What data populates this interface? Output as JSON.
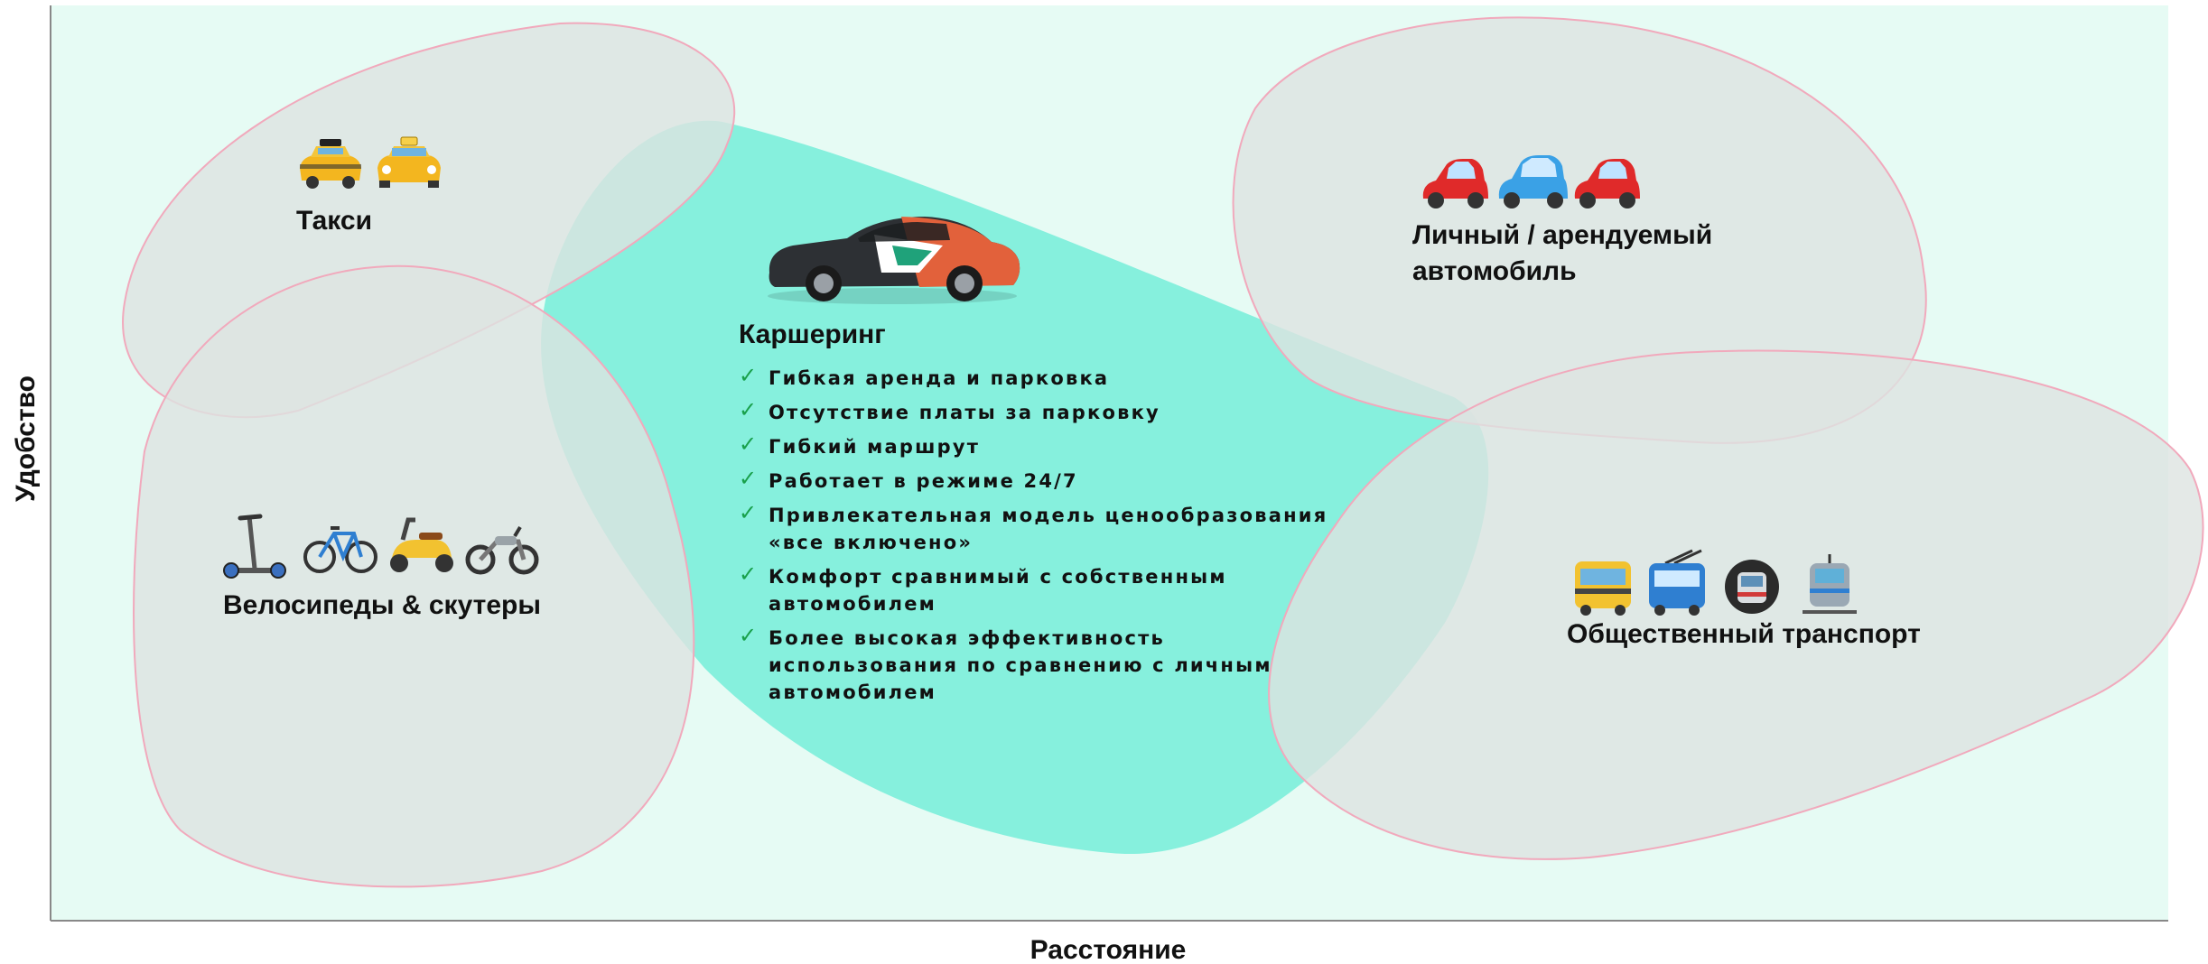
{
  "axes": {
    "x_label": "Расстояние",
    "y_label": "Удобство"
  },
  "groups": {
    "taxi": {
      "label": "Такси",
      "icons": [
        "taxi-icon",
        "taxi-front-icon"
      ]
    },
    "bikes": {
      "label": "Велосипеды & скутеры",
      "icons": [
        "kick-scooter-icon",
        "bicycle-icon",
        "motor-scooter-icon",
        "motorcycle-icon"
      ]
    },
    "carsharing": {
      "label": "Каршеринг",
      "icons": [
        "carsharing-car-icon"
      ],
      "features": [
        {
          "lines": [
            "Гибкая аренда и парковка"
          ]
        },
        {
          "lines": [
            "Отсутствие платы за парковку"
          ]
        },
        {
          "lines": [
            "Гибкий маршрут"
          ]
        },
        {
          "lines": [
            "Работает в режиме 24/7"
          ]
        },
        {
          "lines": [
            "Привлекательная модель ценообразования",
            "«все включено»"
          ]
        },
        {
          "lines": [
            "Комфорт сравнимый с собственным",
            "автомобилем"
          ]
        },
        {
          "lines": [
            "Более высокая эффективность",
            "использования по сравнению с личным",
            "автомобилем"
          ]
        }
      ]
    },
    "private_car": {
      "label_lines": [
        "Личный / арендуемый",
        "автомобиль"
      ],
      "icons": [
        "red-car-icon",
        "blue-car-icon",
        "red-car-icon"
      ]
    },
    "public_transport": {
      "label": "Общественный транспорт",
      "icons": [
        "bus-icon",
        "trolleybus-icon",
        "metro-icon",
        "tram-icon"
      ]
    }
  },
  "colors": {
    "plot_background": "#e6fbf4",
    "carsharing_fill": "#86f0dd",
    "blob_fill": "#dde4e1",
    "blob_stroke": "#f1a9bc",
    "check": "#19a04b"
  }
}
